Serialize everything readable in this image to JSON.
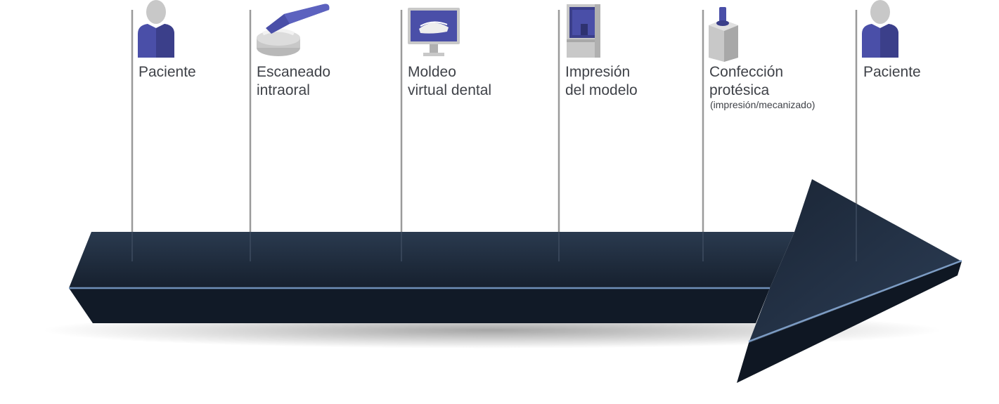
{
  "steps": [
    {
      "label": "Paciente",
      "icon": "patient-icon"
    },
    {
      "label": "Escaneado\nintraoral",
      "icon": "intraoral-scanner-icon"
    },
    {
      "label": "Moldeo\nvirtual dental",
      "icon": "monitor-dental-model-icon"
    },
    {
      "label": "Impresión\ndel modelo",
      "icon": "3d-printer-icon"
    },
    {
      "label": "Confección\nprotésica",
      "sublabel": "(impresión/mecanizado)",
      "icon": "milling-block-icon"
    },
    {
      "label": "Paciente",
      "icon": "patient-icon"
    }
  ],
  "colors": {
    "arrow_top": "#1e2a3a",
    "arrow_front": "#111a27",
    "arrow_edge": "#6f8fb8",
    "accent": "#4a4fa8",
    "gray_icon": "#c8c8c8",
    "line": "#9a9a9a",
    "text": "#3f4248"
  }
}
